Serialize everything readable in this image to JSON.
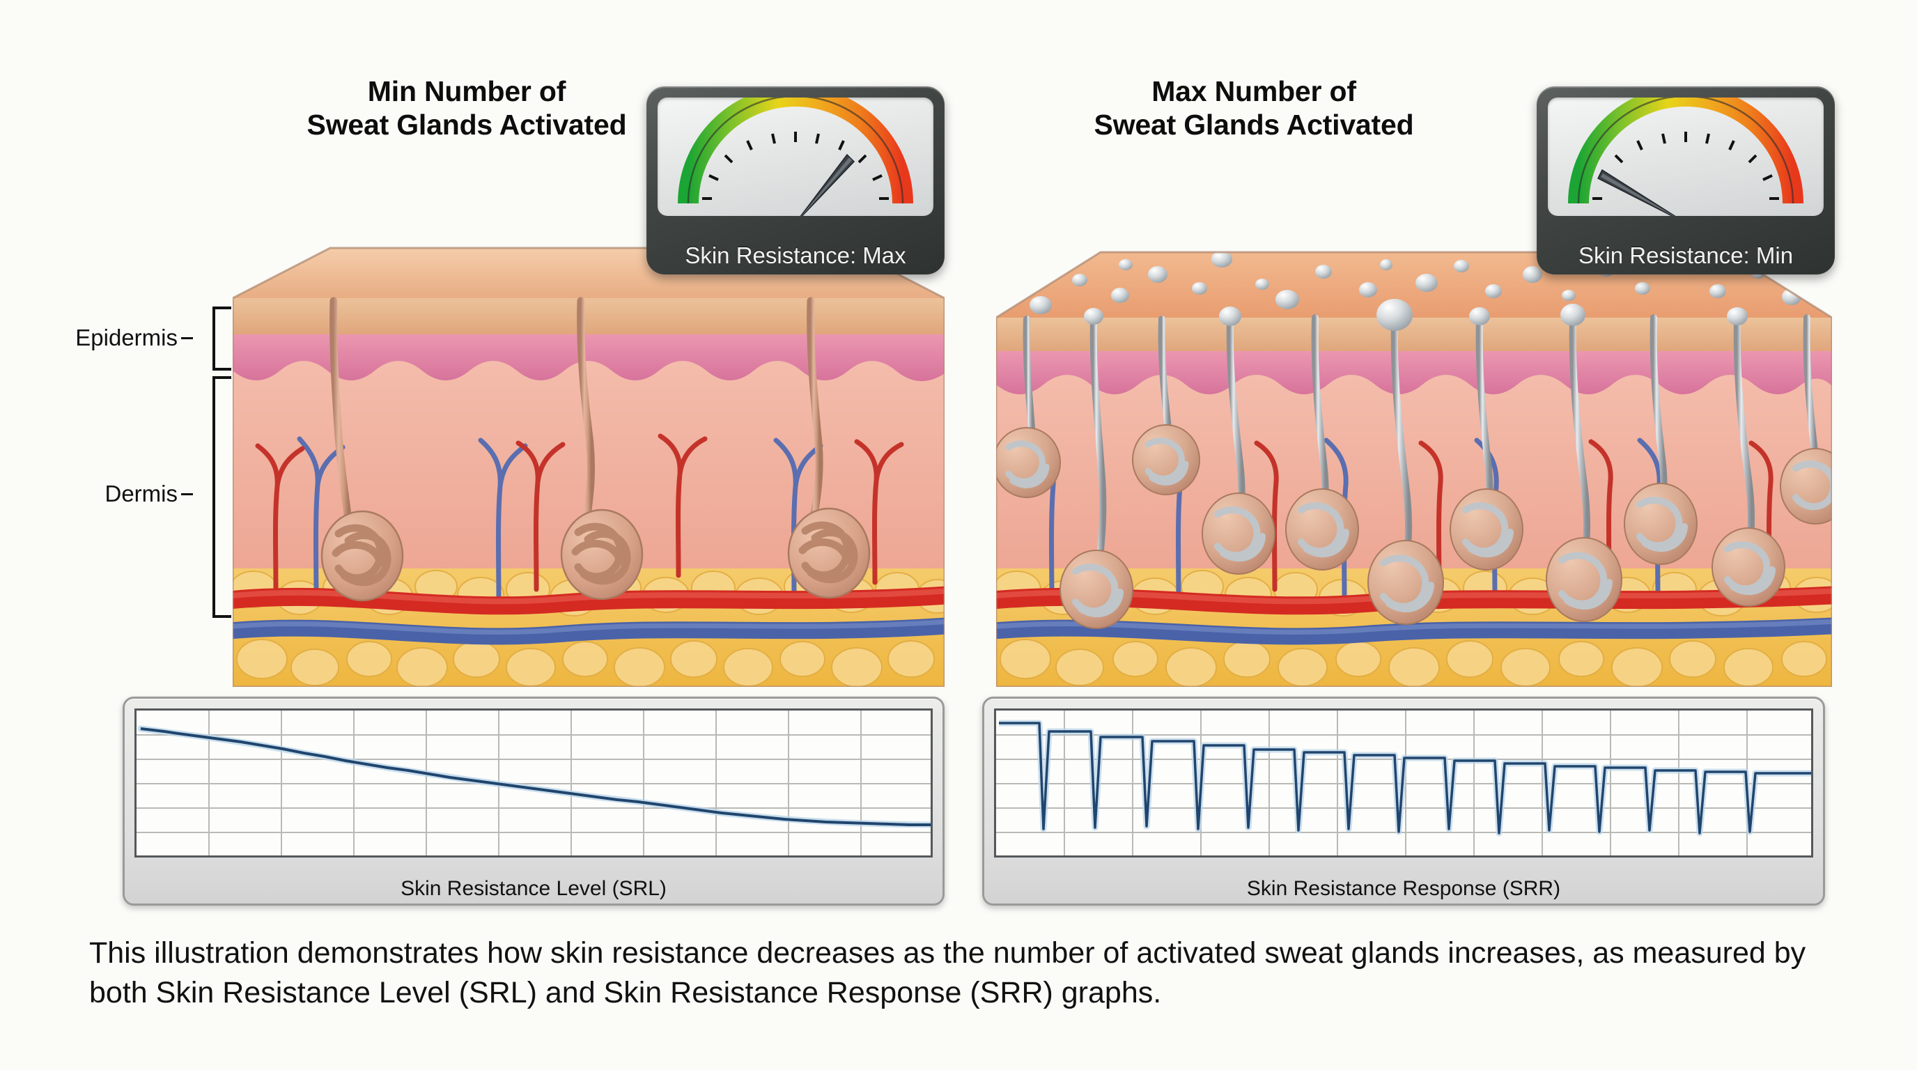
{
  "background_color": "#fbfbf8",
  "panels": [
    {
      "id": "left",
      "title_line1": "Min Number of",
      "title_line2": "Sweat Glands Activated",
      "gauge": {
        "caption": "Skin Resistance: Max",
        "needle_state": "max",
        "needle_angle_deg": 58,
        "arc_colors": [
          "#1ba534",
          "#7ec22a",
          "#e8d41a",
          "#f0a81e",
          "#ef7d1c",
          "#e8381c"
        ],
        "tick_count": 11
      },
      "gland_count": 3,
      "sweat_drops": 0,
      "graph": {
        "label": "Skin Resistance Level (SRL)",
        "v_gridlines": 11,
        "h_gridlines": 5
      }
    },
    {
      "id": "right",
      "title_line1": "Max Number of",
      "title_line2": "Sweat Glands Activated",
      "gauge": {
        "caption": "Skin Resistance: Min",
        "needle_state": "min",
        "needle_angle_deg": -52,
        "arc_colors": [
          "#1ba534",
          "#7ec22a",
          "#e8d41a",
          "#f0a81e",
          "#ef7d1c",
          "#e8381c"
        ],
        "tick_count": 11
      },
      "gland_count": 11,
      "sweat_drops": 26,
      "graph": {
        "label": "Skin Resistance Response (SRR)",
        "v_gridlines": 11,
        "h_gridlines": 5
      }
    }
  ],
  "layer_labels": [
    {
      "name": "Epidermis"
    },
    {
      "name": "Dermis"
    }
  ],
  "caption": "This illustration demonstrates how skin resistance decreases as the number of activated sweat glands increases, as measured by both Skin Resistance Level (SRL) and Skin Resistance Response (SRR) graphs.",
  "colors": {
    "stratum_corneum": "#e6b288",
    "epidermis": "#e07fa0",
    "basal_layer": "#9b5f92",
    "dermis": "#f0ad9c",
    "subcutaneous_fat": "#efbb4e",
    "artery": "#d42a22",
    "vein": "#4a62a8",
    "sweat_gland_inactive": "#d9a188",
    "sweat_gland_active": "#c8c8cc",
    "trace": "#20456e"
  },
  "chart_data": [
    {
      "type": "line",
      "title": "Skin Resistance Level (SRL)",
      "xlabel": "",
      "ylabel": "",
      "ylim": [
        0,
        100
      ],
      "xlim": [
        0,
        100
      ],
      "grid": true,
      "legend": "none",
      "series": [
        {
          "name": "Skin Resistance Level",
          "x": [
            0,
            5,
            10,
            15,
            20,
            25,
            30,
            35,
            40,
            45,
            50,
            55,
            60,
            65,
            70,
            75,
            80,
            85,
            90,
            95,
            100
          ],
          "values": [
            88,
            85,
            82,
            79,
            75,
            71,
            67,
            63,
            59,
            55,
            51,
            47,
            43,
            39,
            35,
            31,
            28,
            26,
            25,
            24,
            24
          ]
        }
      ]
    },
    {
      "type": "line",
      "title": "Skin Resistance Response (SRR)",
      "xlabel": "",
      "ylabel": "",
      "ylim": [
        0,
        100
      ],
      "xlim": [
        0,
        100
      ],
      "grid": true,
      "legend": "none",
      "spike_count": 14,
      "series": [
        {
          "name": "Skin Resistance Response",
          "plateau_levels": [
            90,
            86,
            83,
            80,
            77,
            74,
            71,
            69,
            67,
            65,
            63,
            61,
            60,
            59,
            58
          ],
          "spike_depth": 6
        }
      ]
    }
  ]
}
